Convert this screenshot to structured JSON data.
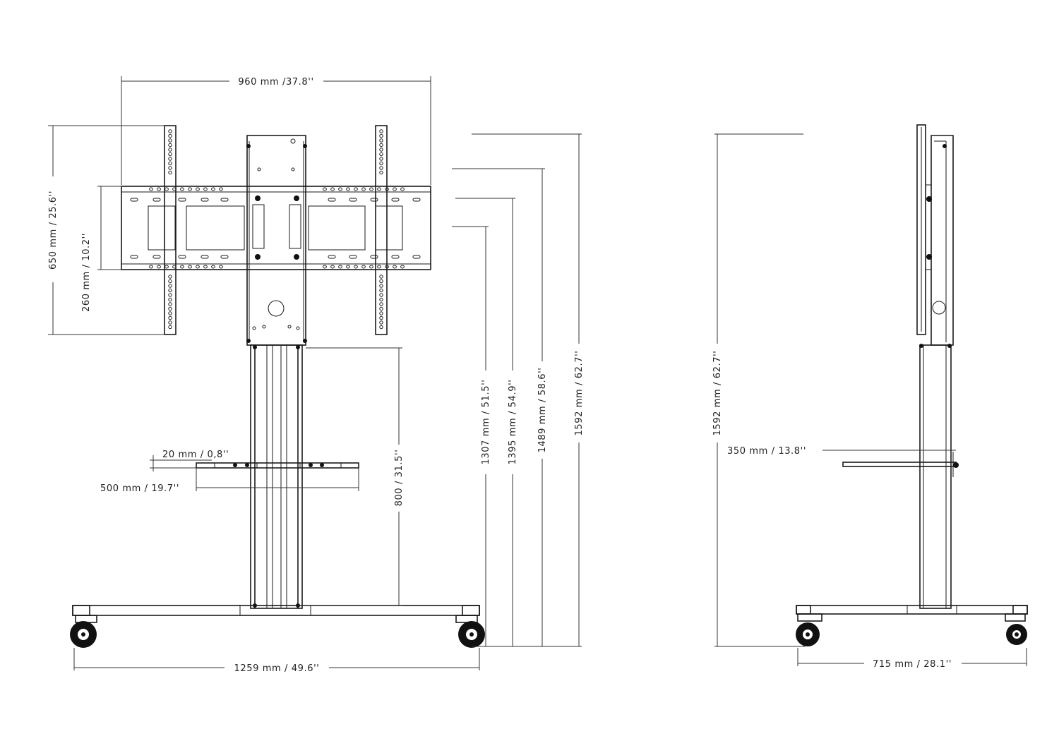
{
  "dimensions": {
    "vesa_width": "960 mm  /37.8''",
    "vesa_height_total": "650 mm  /  25.6''",
    "vesa_height_inner": "260 mm  /  10.2''",
    "column_height": "800  /  31.5''",
    "shelf_thickness": "20  mm  /  0,8''",
    "shelf_width": "500  mm  /  19.7''",
    "height_1307": "1307  mm  /  51.5''",
    "height_1395": "1395  mm  /  54.9''",
    "height_1489": "1489  mm  /  58.6''",
    "height_1592_front": "1592  mm  /  62.7''",
    "base_width": "1259  mm  /  49.6''",
    "height_1592_side": "1592  mm  /  62.7''",
    "shelf_depth": "350  mm  /  13.8''",
    "base_depth": "715  mm  /  28.1''"
  }
}
